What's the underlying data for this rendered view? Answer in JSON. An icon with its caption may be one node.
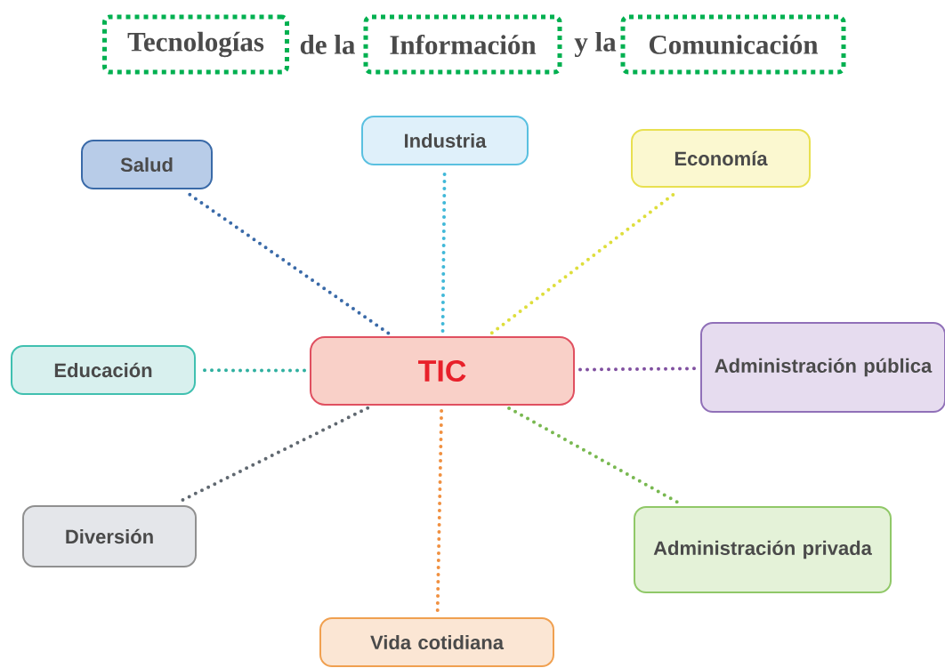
{
  "diagram": {
    "nodes": [
      {
        "text": [
          "Tecnologías"
        ]
      },
      {
        "text": [
          "Información"
        ]
      },
      {
        "text": [
          "Comunicación"
        ]
      },
      {
        "text": [
          "TIC"
        ]
      },
      {
        "text": [
          "Salud"
        ]
      },
      {
        "text": [
          "Industria"
        ]
      },
      {
        "text": [
          "Economía"
        ]
      },
      {
        "text": [
          "Educación"
        ]
      },
      {
        "text": [
          "Administración pública"
        ]
      },
      {
        "text": [
          "Diversión"
        ]
      },
      {
        "text": [
          "Administración privada"
        ]
      },
      {
        "text": [
          "Vida cotidiana"
        ]
      }
    ],
    "edges": [
      {
        "from": 3,
        "to": 4,
        "arrow": "none",
        "style": "dashed",
        "color": "#3a6aa8"
      },
      {
        "from": 3,
        "to": 5,
        "arrow": "none",
        "style": "dashed",
        "color": "#40b8d8"
      },
      {
        "from": 3,
        "to": 6,
        "arrow": "none",
        "style": "dashed",
        "color": "#dede3c"
      },
      {
        "from": 3,
        "to": 7,
        "arrow": "none",
        "style": "dashed",
        "color": "#30b0a0"
      },
      {
        "from": 3,
        "to": 8,
        "arrow": "none",
        "style": "dashed",
        "color": "#8050a0"
      },
      {
        "from": 3,
        "to": 9,
        "arrow": "none",
        "style": "dashed",
        "color": "#606870"
      },
      {
        "from": 3,
        "to": 10,
        "arrow": "none",
        "style": "dashed",
        "color": "#78b850"
      },
      {
        "from": 3,
        "to": 11,
        "arrow": "none",
        "style": "dashed",
        "color": "#f09040"
      }
    ],
    "labels": [
      "de la",
      "y la"
    ]
  }
}
